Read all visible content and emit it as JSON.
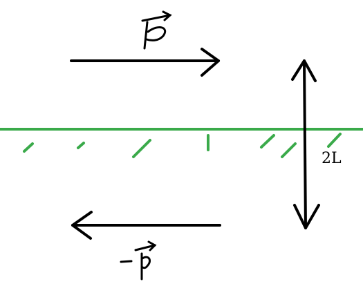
{
  "diagram": {
    "top_vector_label": "p",
    "bottom_vector_label": "−p",
    "height_label": "2L",
    "surface_hatch_count": 7,
    "colors": {
      "ink": "#000000",
      "surface": "#3aaa4a",
      "background": "#ffffff"
    },
    "icons": {
      "top_arrow": "arrow-right-icon",
      "bottom_arrow": "arrow-left-icon",
      "height_arrow": "double-vertical-arrow-icon"
    }
  }
}
